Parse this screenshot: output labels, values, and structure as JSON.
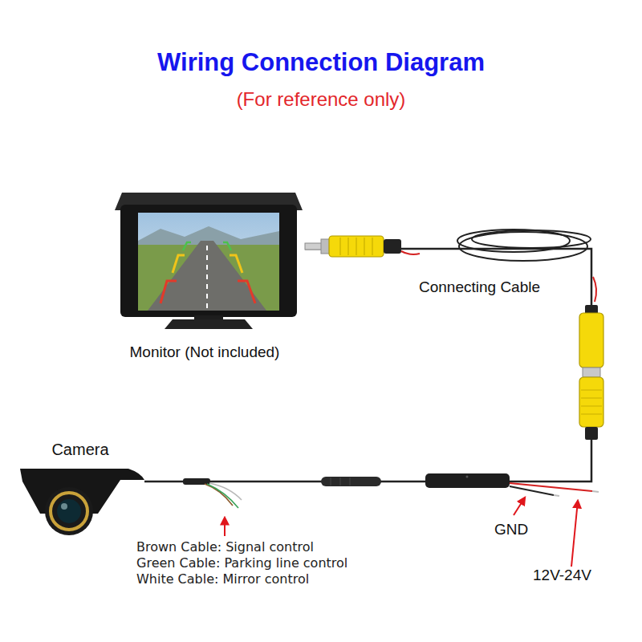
{
  "diagram": {
    "title": "Wiring Connection Diagram",
    "nodes": [
      {
        "text": [
          "Monitor (Not included)"
        ]
      },
      {
        "text": [
          "Camera"
        ]
      }
    ],
    "edges": [
      {
        "from": 0,
        "to": 1,
        "label": "Connecting Cable",
        "arrow": "none"
      }
    ],
    "labels": [
      "(For reference only)",
      "Brown Cable: Signal control",
      "Green Cable: Parking line control",
      "White Cable: Mirror control",
      "GND",
      "12V-24V"
    ]
  }
}
